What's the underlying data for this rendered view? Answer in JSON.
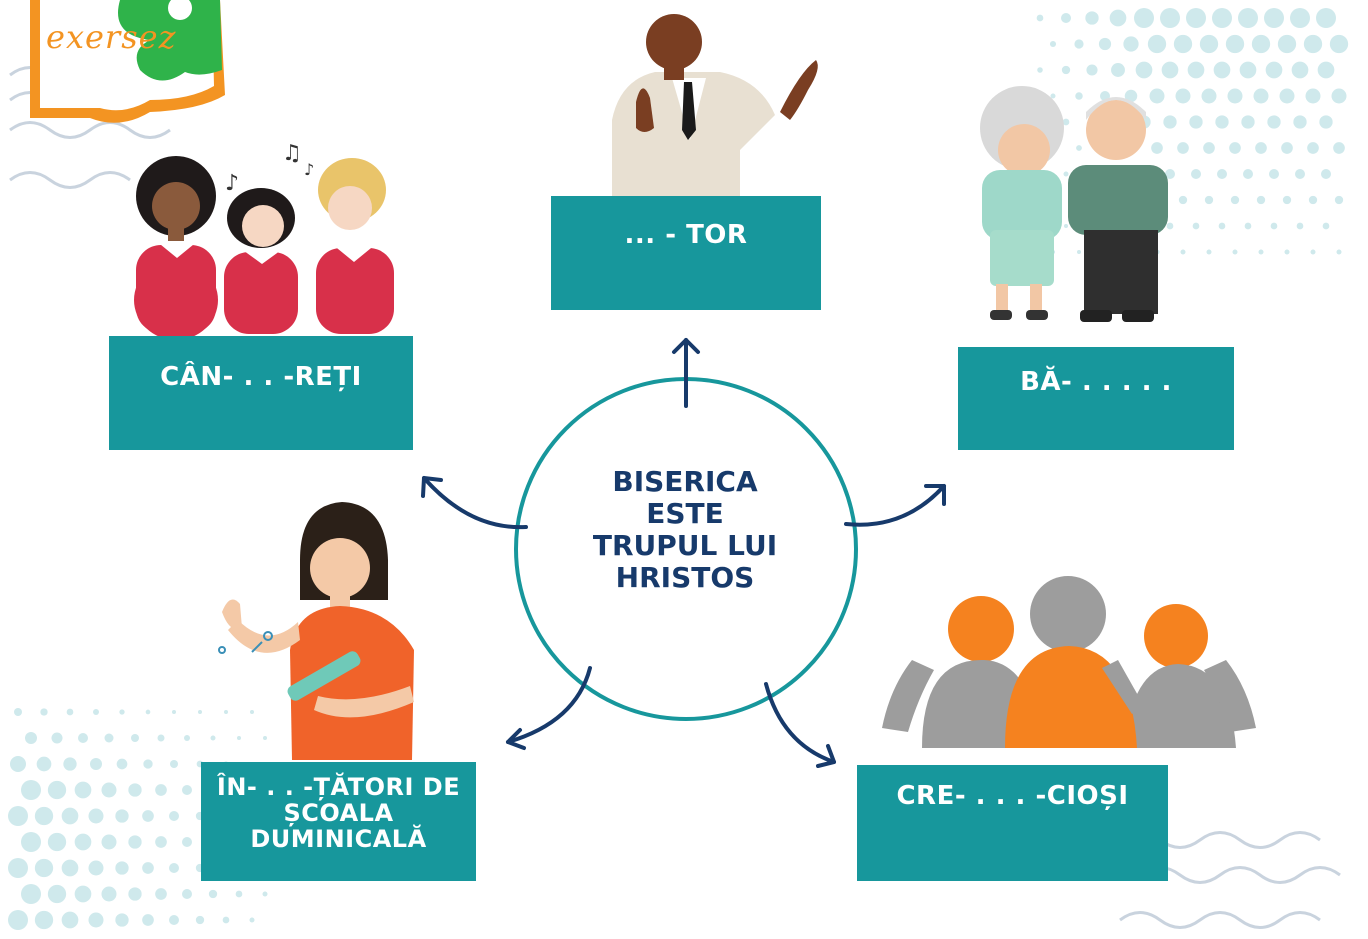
{
  "logo": {
    "text": "exersez"
  },
  "center": {
    "lines": [
      "BISERICA",
      "ESTE",
      "TRUPUL LUI",
      "HRISTOS"
    ]
  },
  "boxes": {
    "top": "...  - TOR",
    "left": "CÂN-  . .  -REȚI",
    "right": "BĂ- . . . . .",
    "bottom_left": [
      "ÎN-  . .  -ȚĂTORI DE",
      "ȘCOALA",
      "DUMINICALĂ"
    ],
    "bottom_right": "CRE-  . . .  -CIOȘI"
  },
  "colors": {
    "box": "#17979c",
    "circle": "#17979c",
    "arrow": "#173a6b",
    "title": "#173a6b",
    "logo_orange": "#f39422",
    "logo_green": "#2fb34a",
    "people_orange": "#f5821f",
    "people_gray": "#9d9d9d",
    "dots": "#cfe9ec"
  },
  "illustrations": [
    "choir-singers-illustration",
    "preacher-illustration",
    "elderly-couple-illustration",
    "teacher-illustration",
    "believers-group-icon"
  ]
}
